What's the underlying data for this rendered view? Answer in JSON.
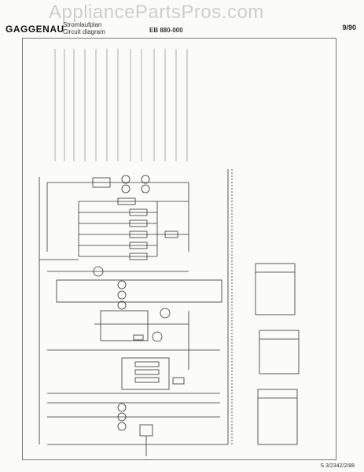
{
  "header": {
    "brand": "GAGGENAU",
    "doc_title_line1": "Stromlaufplan",
    "doc_title_line2": "Circuit diagram",
    "model": "EB 880-000",
    "date": "9/90"
  },
  "footer": {
    "doc_number": "S 3/2342/2/88"
  },
  "watermark": {
    "text": "AppliancePartsPros.com"
  },
  "colors": {
    "ink": "#333333",
    "paper": "#fbfbf9",
    "watermark": "#aaaaaa"
  }
}
